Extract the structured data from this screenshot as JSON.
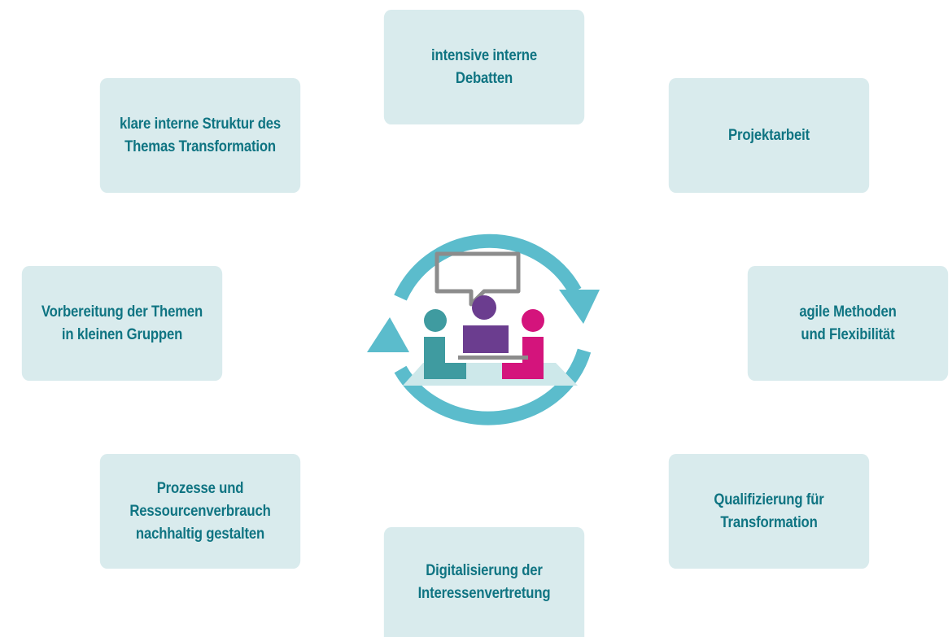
{
  "nodes": {
    "top": [
      "intensive interne",
      "Debatten"
    ],
    "top_left": [
      "klare interne Struktur des",
      "Themas Transformation"
    ],
    "top_right": [
      "Projektarbeit"
    ],
    "middle_left": [
      "Vorbereitung der Themen",
      "in kleinen Gruppen"
    ],
    "middle_right": [
      "agile Methoden",
      "und Flexibilität"
    ],
    "bottom_left": [
      "Prozesse und",
      "Ressourcenverbrauch",
      "nachhaltig gestalten"
    ],
    "bottom_right": [
      "Qualifizierung für",
      "Transformation"
    ],
    "bottom": [
      "Digitalisierung der",
      "Interessenvertretung"
    ]
  },
  "center_icon": {
    "name": "meeting-cycle-icon",
    "colors": {
      "cycle_arrows": "#5bbccc",
      "speech_bubble": "#8c8c8c",
      "person_left": "#3f9ba0",
      "person_center": "#6b3d8f",
      "person_right": "#d4147c",
      "table": "#cde8ea"
    }
  },
  "colors": {
    "box_fill": "#d9ebed",
    "box_text": "#0f7482",
    "background": "#ffffff"
  }
}
